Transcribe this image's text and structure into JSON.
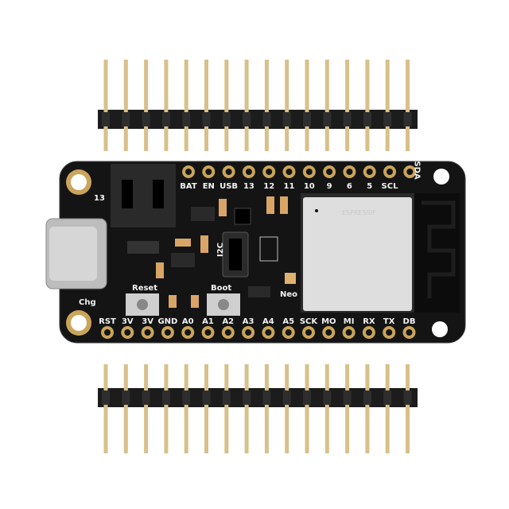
{
  "board": {
    "top_labels": [
      "BAT",
      "EN",
      "USB",
      "13",
      "12",
      "11",
      "10",
      "9",
      "6",
      "5",
      "SCL",
      "SDA"
    ],
    "bottom_labels": [
      "RST",
      "3V",
      "3V",
      "GND",
      "A0",
      "A1",
      "A2",
      "A3",
      "A4",
      "A5",
      "SCK",
      "MO",
      "MI",
      "RX",
      "TX",
      "DB"
    ],
    "button_labels": {
      "reset": "Reset",
      "boot": "Boot"
    },
    "misc_labels": {
      "led13": "13",
      "chg": "Chg",
      "i2c": "I2C",
      "neo": "Neo"
    },
    "module_label": "ESPRESSIF",
    "colors": {
      "pcb": "#141414",
      "pad": "#c9a45a",
      "pin": "#d8c08a",
      "module": "#dedede",
      "header": "#1c1c1c"
    }
  },
  "header_pin_count": 16
}
